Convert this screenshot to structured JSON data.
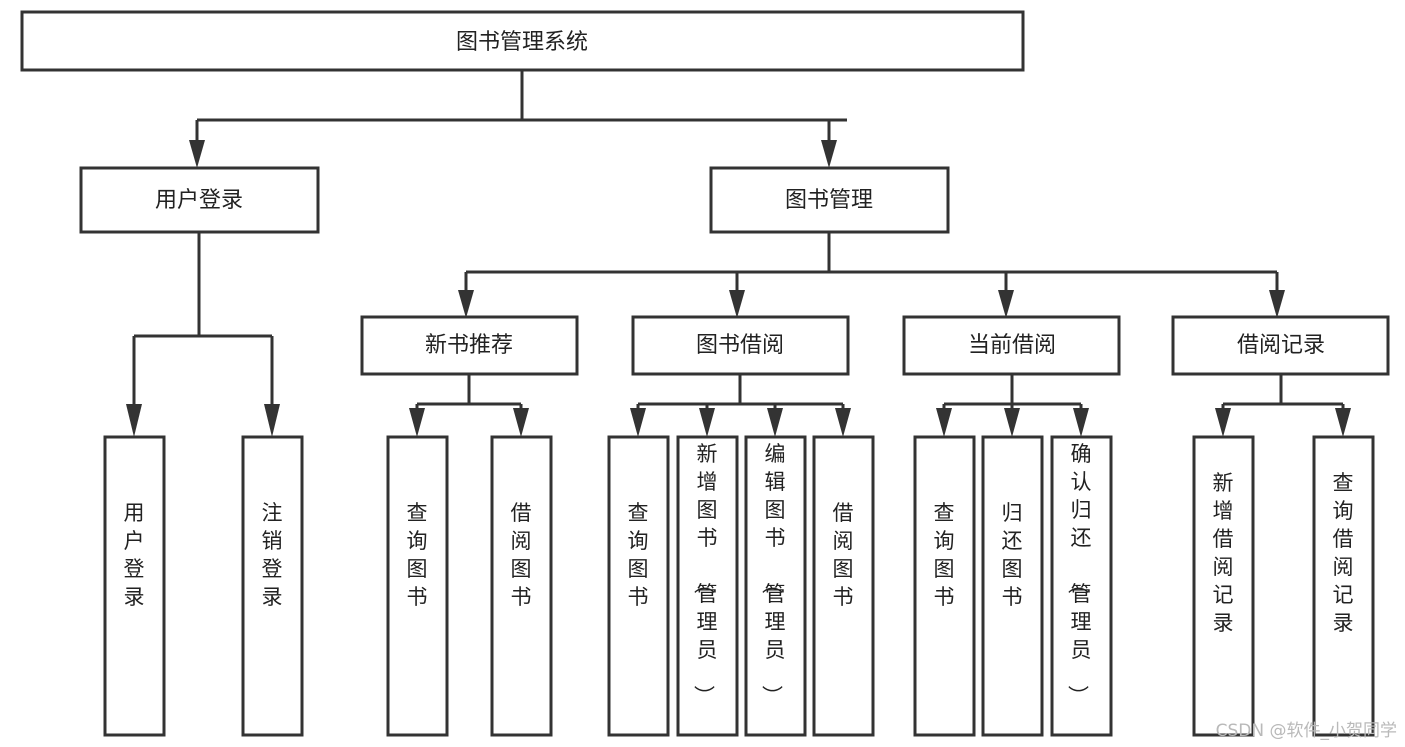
{
  "diagram": {
    "title": "图书管理系统",
    "type": "hierarchy-tree",
    "watermark": "CSDN @软件_小贺同学",
    "colors": {
      "stroke": "#333333",
      "fill": "#ffffff",
      "text": "#222222",
      "watermark": "#b9b9b9"
    },
    "levels": {
      "root": {
        "label": "图书管理系统"
      },
      "level1": [
        {
          "label": "用户登录"
        },
        {
          "label": "图书管理"
        }
      ],
      "level2": [
        {
          "label": "新书推荐"
        },
        {
          "label": "图书借阅"
        },
        {
          "label": "当前借阅"
        },
        {
          "label": "借阅记录"
        }
      ]
    },
    "leaves": {
      "user_login": [
        {
          "label": "用户登录"
        },
        {
          "label": "注销登录"
        }
      ],
      "new_book_recommend": [
        {
          "label": "查询图书"
        },
        {
          "label": "借阅图书"
        }
      ],
      "book_borrow": [
        {
          "label": "查询图书"
        },
        {
          "label": "新增图书（管理员）"
        },
        {
          "label": "编辑图书（管理员）"
        },
        {
          "label": "借阅图书"
        }
      ],
      "current_borrow": [
        {
          "label": "查询图书"
        },
        {
          "label": "归还图书"
        },
        {
          "label": "确认归还（管理员）"
        }
      ],
      "borrow_record": [
        {
          "label": "新增借阅记录"
        },
        {
          "label": "查询借阅记录"
        }
      ]
    }
  }
}
